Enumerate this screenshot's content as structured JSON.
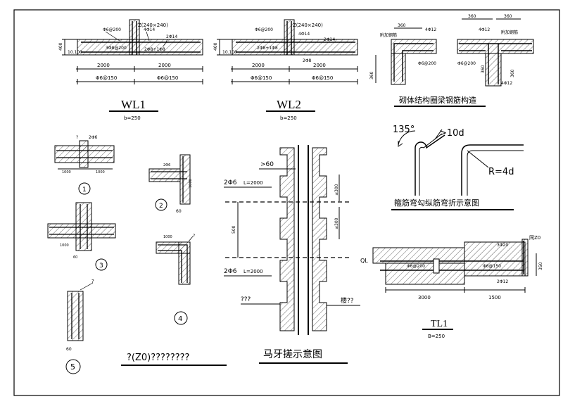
{
  "wl1": {
    "title": "WL1",
    "sub": "b=250",
    "height": "400",
    "level": "10.100",
    "span_left": "2000",
    "span_right": "2000",
    "stirrup_left": "Φ6@150",
    "stirrup_right": "Φ6@150",
    "column_note": "Z(240×240)",
    "top_left_bar": "Φ6@200",
    "bar_a": "4Φ14",
    "bar_b": "2Φ14",
    "bar_c": "3Φ8@200",
    "bar_d": "2Φ8+1Φ8"
  },
  "wl2": {
    "title": "WL2",
    "sub": "b=250",
    "height": "400",
    "level": "10.100",
    "span_left": "2000",
    "span_right": "2000",
    "stirrup_left": "Φ6@150",
    "stirrup_right": "Φ6@150",
    "column_note": "Z(240×240)",
    "top_left_bar": "Φ6@200",
    "bar_a": "4Φ14",
    "bar_b": "2Φ14",
    "bar_c": "2Φ8+1Φ8",
    "bar_d": "2Φ8"
  },
  "ring_beam": {
    "title": "砌体结构圈梁钢筋构造",
    "dim_360_a": "360",
    "dim_360_b": "360",
    "dim_360_c": "360",
    "dim_360_d": "360",
    "dim_360_e": "360",
    "dim_360_f": "360",
    "add_bar_a": "附加钢筋",
    "add_bar_b": "附加钢筋",
    "stir_a": "Φ6@200",
    "stir_b": "Φ6@200",
    "bar_4phi12_a": "4Φ12",
    "bar_4phi12_b": "4Φ12",
    "bar_4phi12_c": "4Φ12"
  },
  "joints": {
    "j1_label": "1",
    "j2_label": "2",
    "j3_label": "3",
    "j4_label": "4",
    "j5_label": "5",
    "q": "?",
    "bar2phi6": "2Φ6",
    "dim1000": "1000",
    "dim60": "60",
    "caption": "?(Z0)????????"
  },
  "hooks": {
    "angle": "135°",
    "len": ">10d",
    "radius": "R=4d",
    "caption": "箍筋弯勾纵筋弯折示意图"
  },
  "matooth": {
    "gt60": ">60",
    "bar_top": "2Φ6",
    "len_top": "L=2000",
    "bar_bot": "2Φ6",
    "len_bot": "L=2000",
    "dim500": "500",
    "dim300a": "≤300",
    "dim300b": "≤300",
    "left_q": "???",
    "right_q": "楼??",
    "caption": "马牙搓示意图"
  },
  "tl1": {
    "title": "TL1",
    "sub": "B=250",
    "ql": "QL",
    "span_left": "3000",
    "span_right": "1500",
    "height": "350",
    "bar_a": "3Φ20",
    "bar_b": "2Φ12",
    "stir_a": "Φ6@200",
    "stir_b": "Φ6@150",
    "col": "同Z0"
  }
}
